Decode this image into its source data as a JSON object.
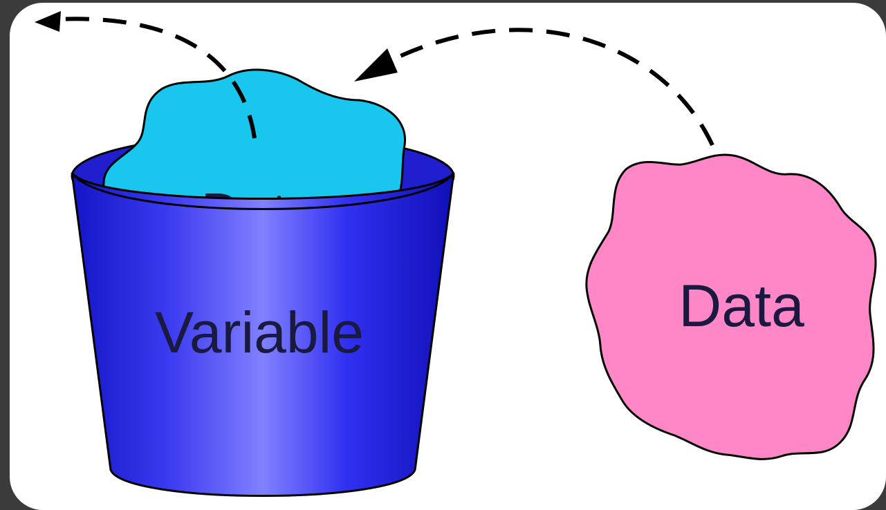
{
  "diagram": {
    "inner_blob_label": "Data",
    "bucket_label": "Variable",
    "outer_blob_label": "Data"
  },
  "colors": {
    "inner_blob_fill": "#19c6ee",
    "bucket_fill": "#2020e0",
    "bucket_highlight": "#7f7fff",
    "outer_blob_fill": "#ff86c7",
    "arrow_stroke": "#000000",
    "background_frame": "#3b3b3b",
    "panel": "#ffffff"
  }
}
